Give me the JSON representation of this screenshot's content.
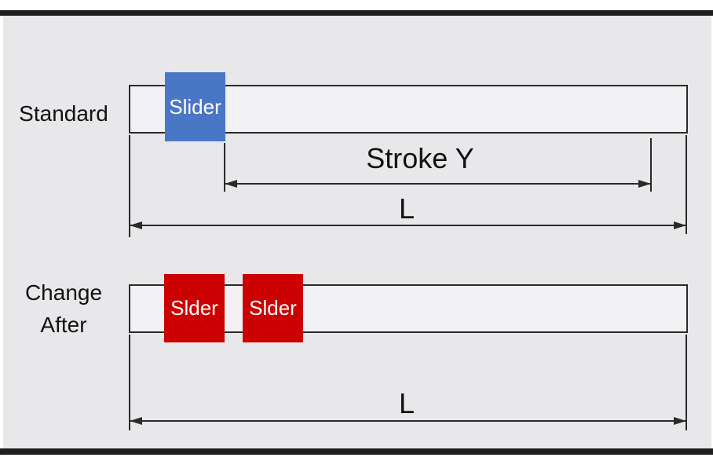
{
  "standard": {
    "label": "Standard",
    "slider_label": "Slider",
    "slider_color": "#4a76c6",
    "stroke_label": "Stroke Y",
    "length_label": "L"
  },
  "changed": {
    "label_line1": "Change",
    "label_line2": "After",
    "sliders": [
      {
        "label": "Slder"
      },
      {
        "label": "Slder"
      }
    ],
    "slider_color": "#cc0202",
    "length_label": "L"
  }
}
